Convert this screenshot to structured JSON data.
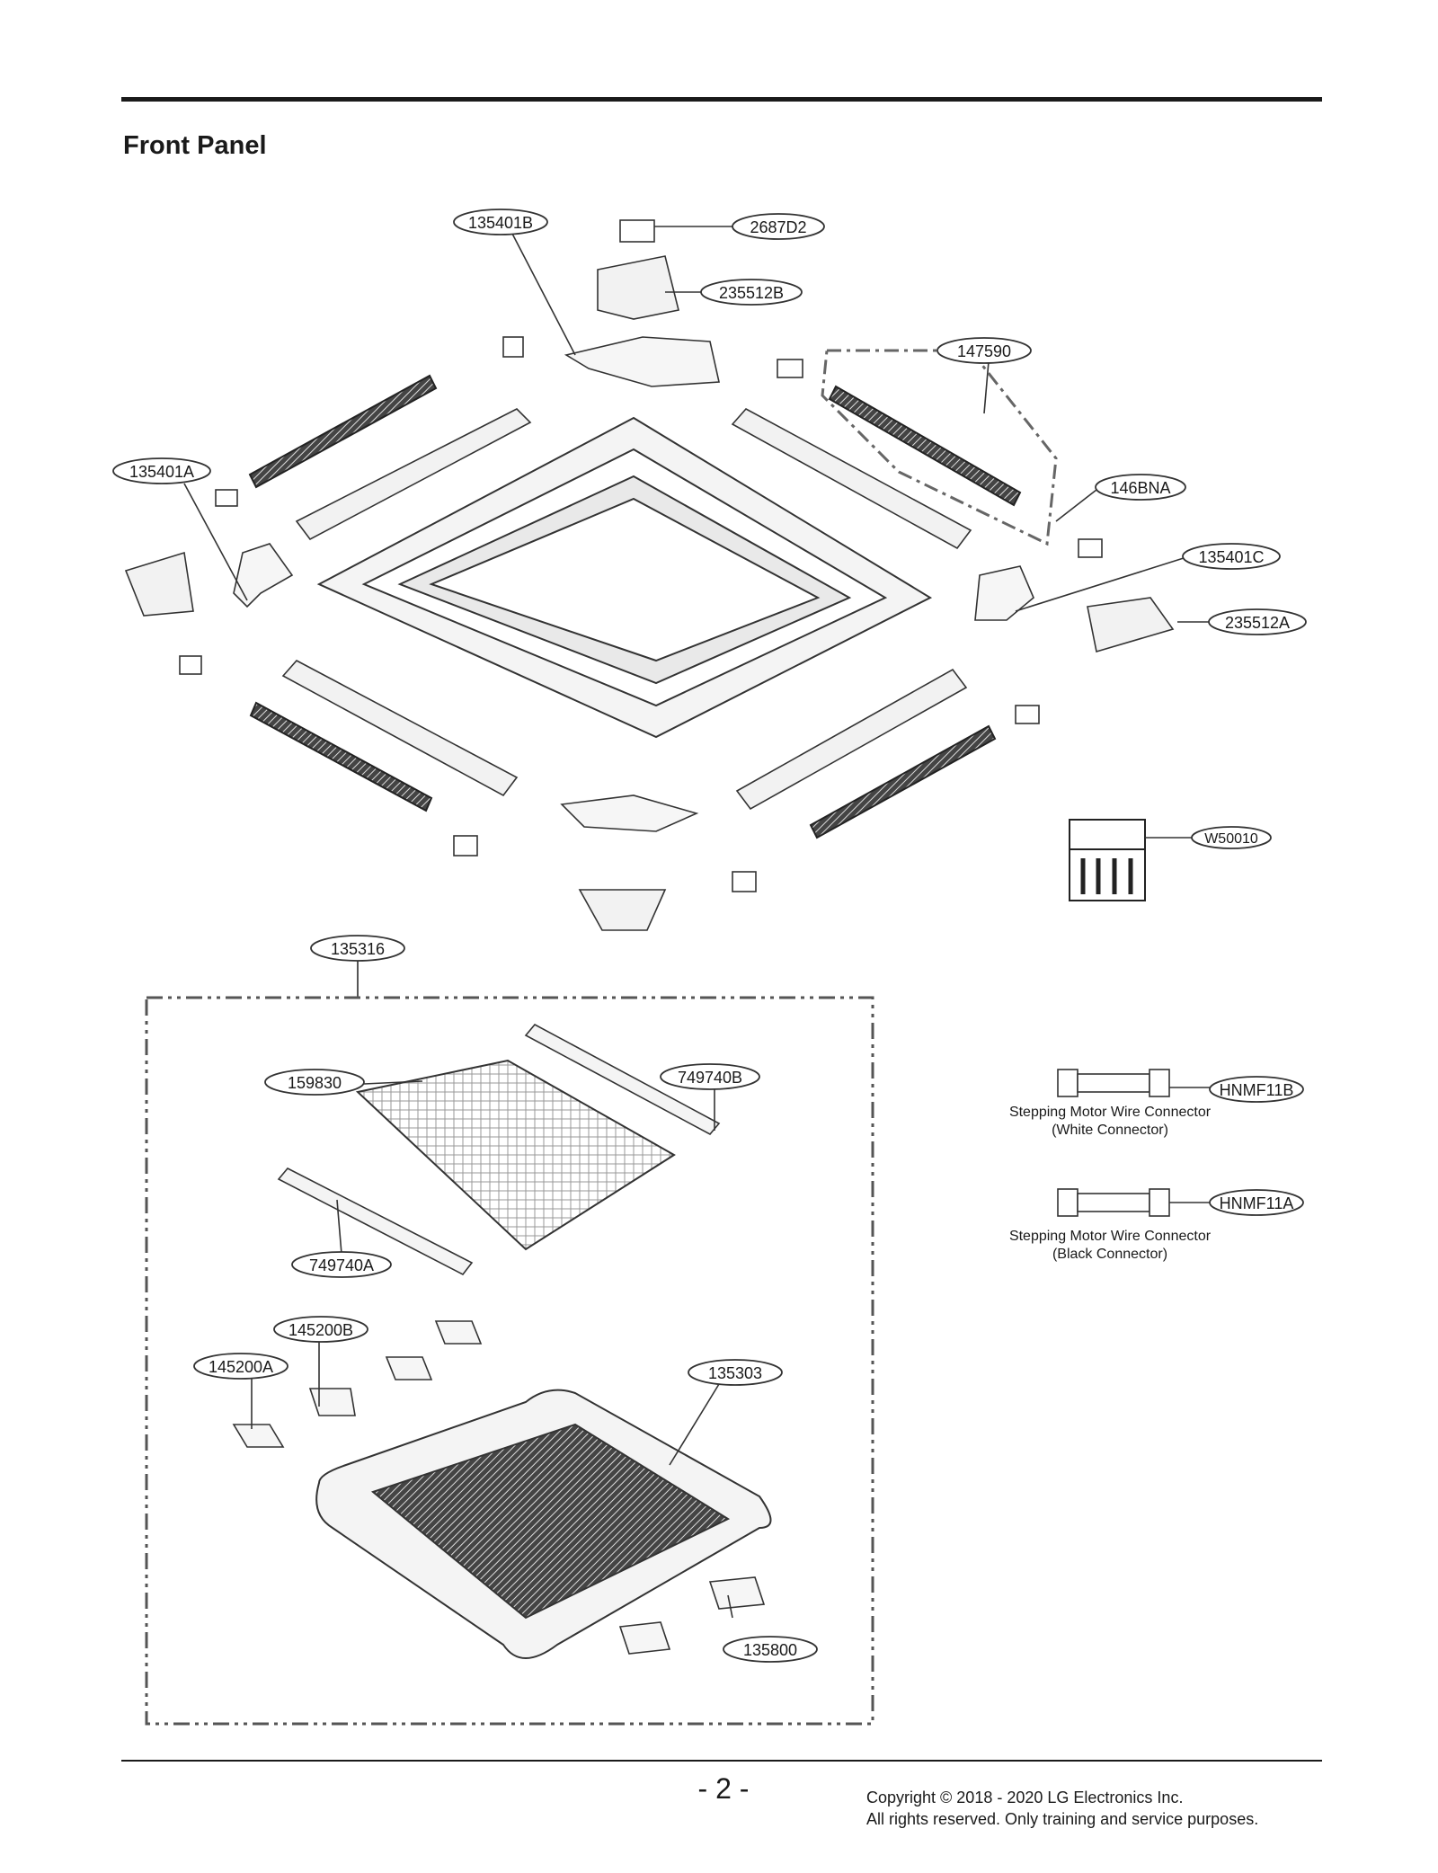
{
  "header": {
    "title": "Front Panel"
  },
  "callouts": {
    "c135401B": "135401B",
    "c2687D2": "2687D2",
    "c235512B": "235512B",
    "c147590": "147590",
    "c135401A": "135401A",
    "c146BNA": "146BNA",
    "c135401C": "135401C",
    "c235512A": "235512A",
    "cW50010": "W50010",
    "c135316": "135316",
    "c159830": "159830",
    "c749740B": "749740B",
    "c749740A": "749740A",
    "c145200B": "145200B",
    "c145200A": "145200A",
    "c135303": "135303",
    "c135800": "135800",
    "cHNMF11B": "HNMF11B",
    "cHNMF11A": "HNMF11A"
  },
  "captions": {
    "white_line1": "Stepping Motor Wire Connector",
    "white_line2": "(White Connector)",
    "black_line1": "Stepping Motor Wire Connector",
    "black_line2": "(Black Connector)"
  },
  "footer": {
    "page_number": "- 2 -",
    "copyright_line1": "Copyright © 2018 - 2020 LG Electronics Inc.",
    "copyright_line2": "All rights reserved. Only training and service purposes."
  }
}
